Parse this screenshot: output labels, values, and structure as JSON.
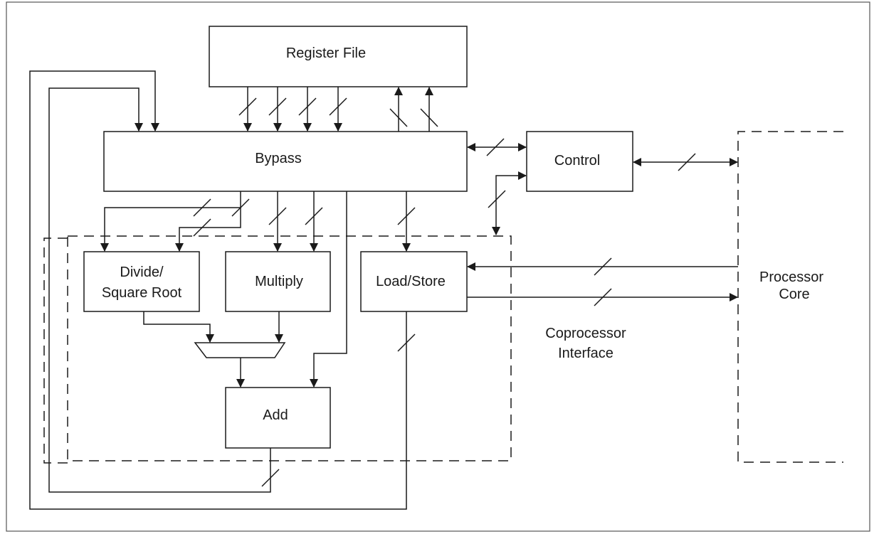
{
  "colors": {
    "ink": "#1a1a1a",
    "background": "#ffffff"
  },
  "blocks": {
    "register_file": "Register File",
    "bypass": "Bypass",
    "control": "Control",
    "divide_line1": "Divide/",
    "divide_line2": "Square Root",
    "multiply": "Multiply",
    "load_store": "Load/Store",
    "add": "Add"
  },
  "regions": {
    "coprocessor_line1": "Coprocessor",
    "coprocessor_line2": "Interface",
    "processor_line1": "Processor",
    "processor_line2": "Core"
  }
}
